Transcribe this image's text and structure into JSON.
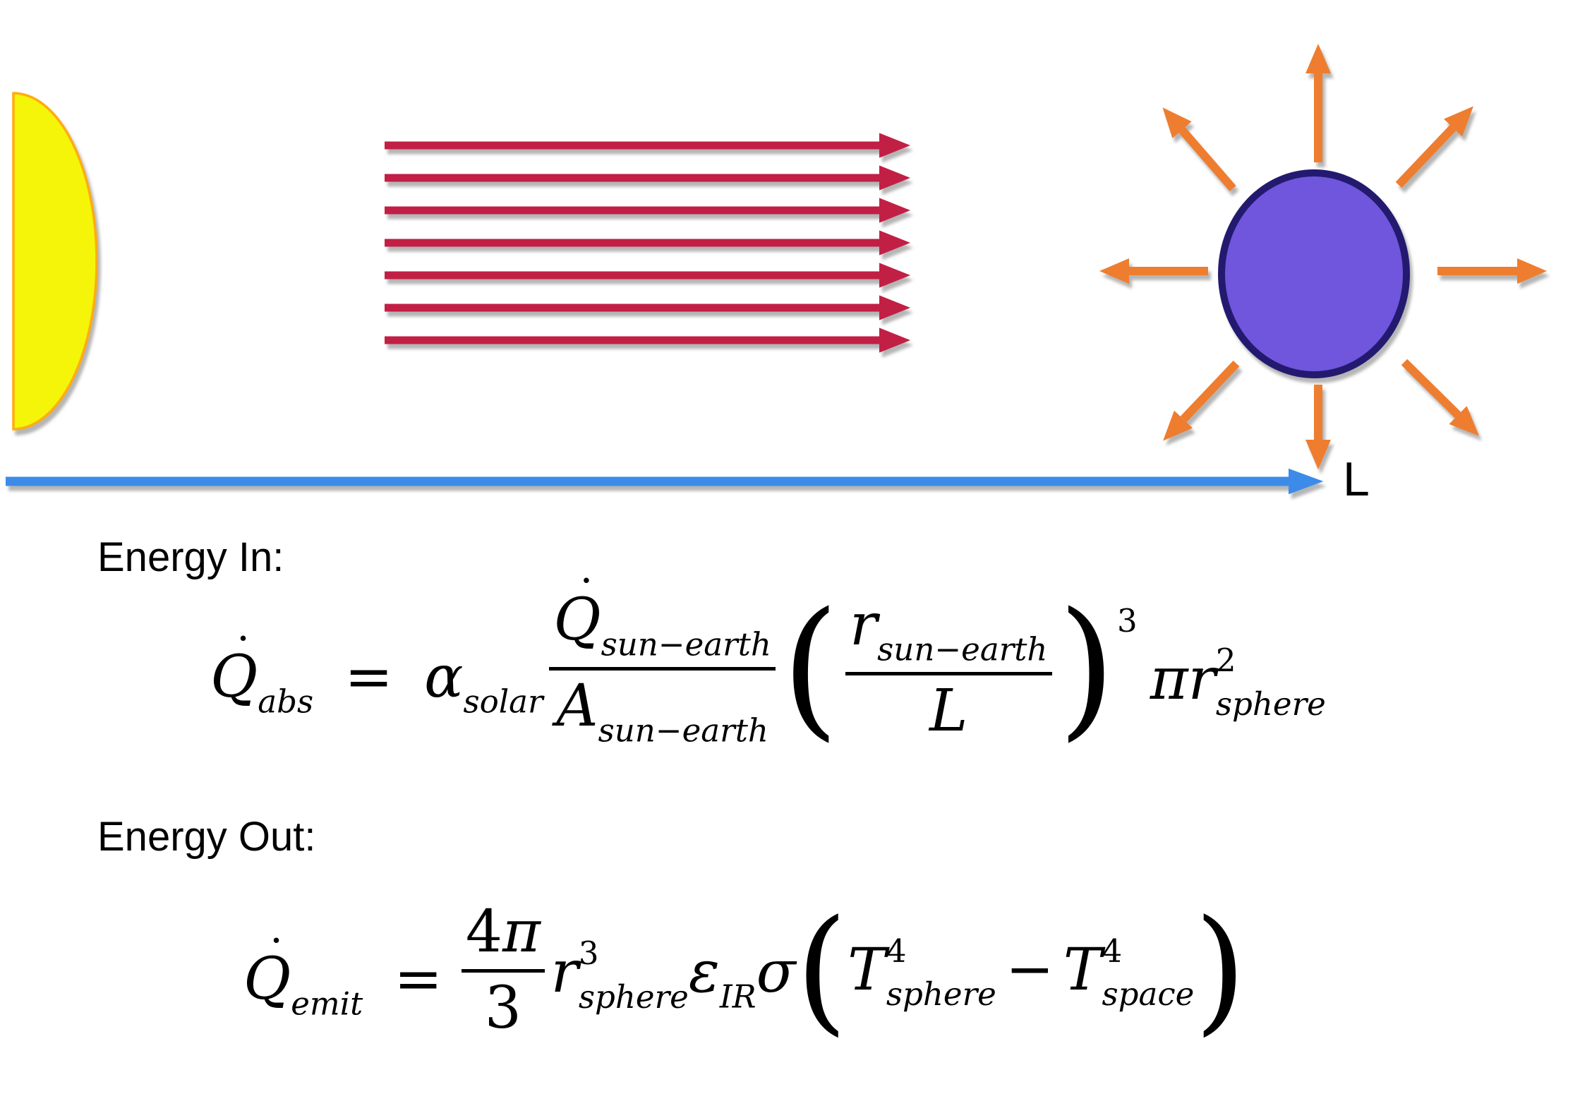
{
  "colors": {
    "solar_ray": "#C21F45",
    "emission": "#EE7D2F",
    "distance": "#3D8BE8",
    "sun_fill": "#F4F509",
    "sun_stroke": "#FFAC10",
    "sphere_fill": "#6F56DC",
    "sphere_stroke": "#231A70",
    "text": "#000000"
  },
  "diagram": {
    "distance_label": "L",
    "solar_ray_count": 7,
    "emission_arrow_count": 8
  },
  "energy_in": {
    "heading": "Energy In:",
    "eq": {
      "lhs_Q": "Q",
      "lhs_dot": "˙",
      "lhs_sub": "abs",
      "equals": "=",
      "alpha": "α",
      "alpha_sub": "solar",
      "frac_num_Q": "Q",
      "frac_num_dot": "˙",
      "frac_num_sub": "sun−earth",
      "frac_den_A": "A",
      "frac_den_sub": "sun−earth",
      "paren_open": "(",
      "inner_num_r": "r",
      "inner_num_sub": "sun−earth",
      "inner_den_L": "L",
      "paren_close": ")",
      "outer_exp": "3",
      "pi": "π",
      "r": "r",
      "r_exp": "2",
      "r_sub": "sphere"
    }
  },
  "energy_out": {
    "heading": "Energy Out:",
    "eq": {
      "lhs_Q": "Q",
      "lhs_dot": "˙",
      "lhs_sub": "emit",
      "equals": "=",
      "frac_num_4": "4",
      "frac_num_pi": "π",
      "frac_den": "3",
      "r": "r",
      "r_exp": "3",
      "r_sub": "sphere",
      "epsilon": "ε",
      "epsilon_sub": "IR",
      "sigma": "σ",
      "paren_open": "(",
      "T1": "T",
      "T1_exp": "4",
      "T1_sub": "sphere",
      "minus": "−",
      "T2": "T",
      "T2_exp": "4",
      "T2_sub": "space",
      "paren_close": ")"
    }
  }
}
